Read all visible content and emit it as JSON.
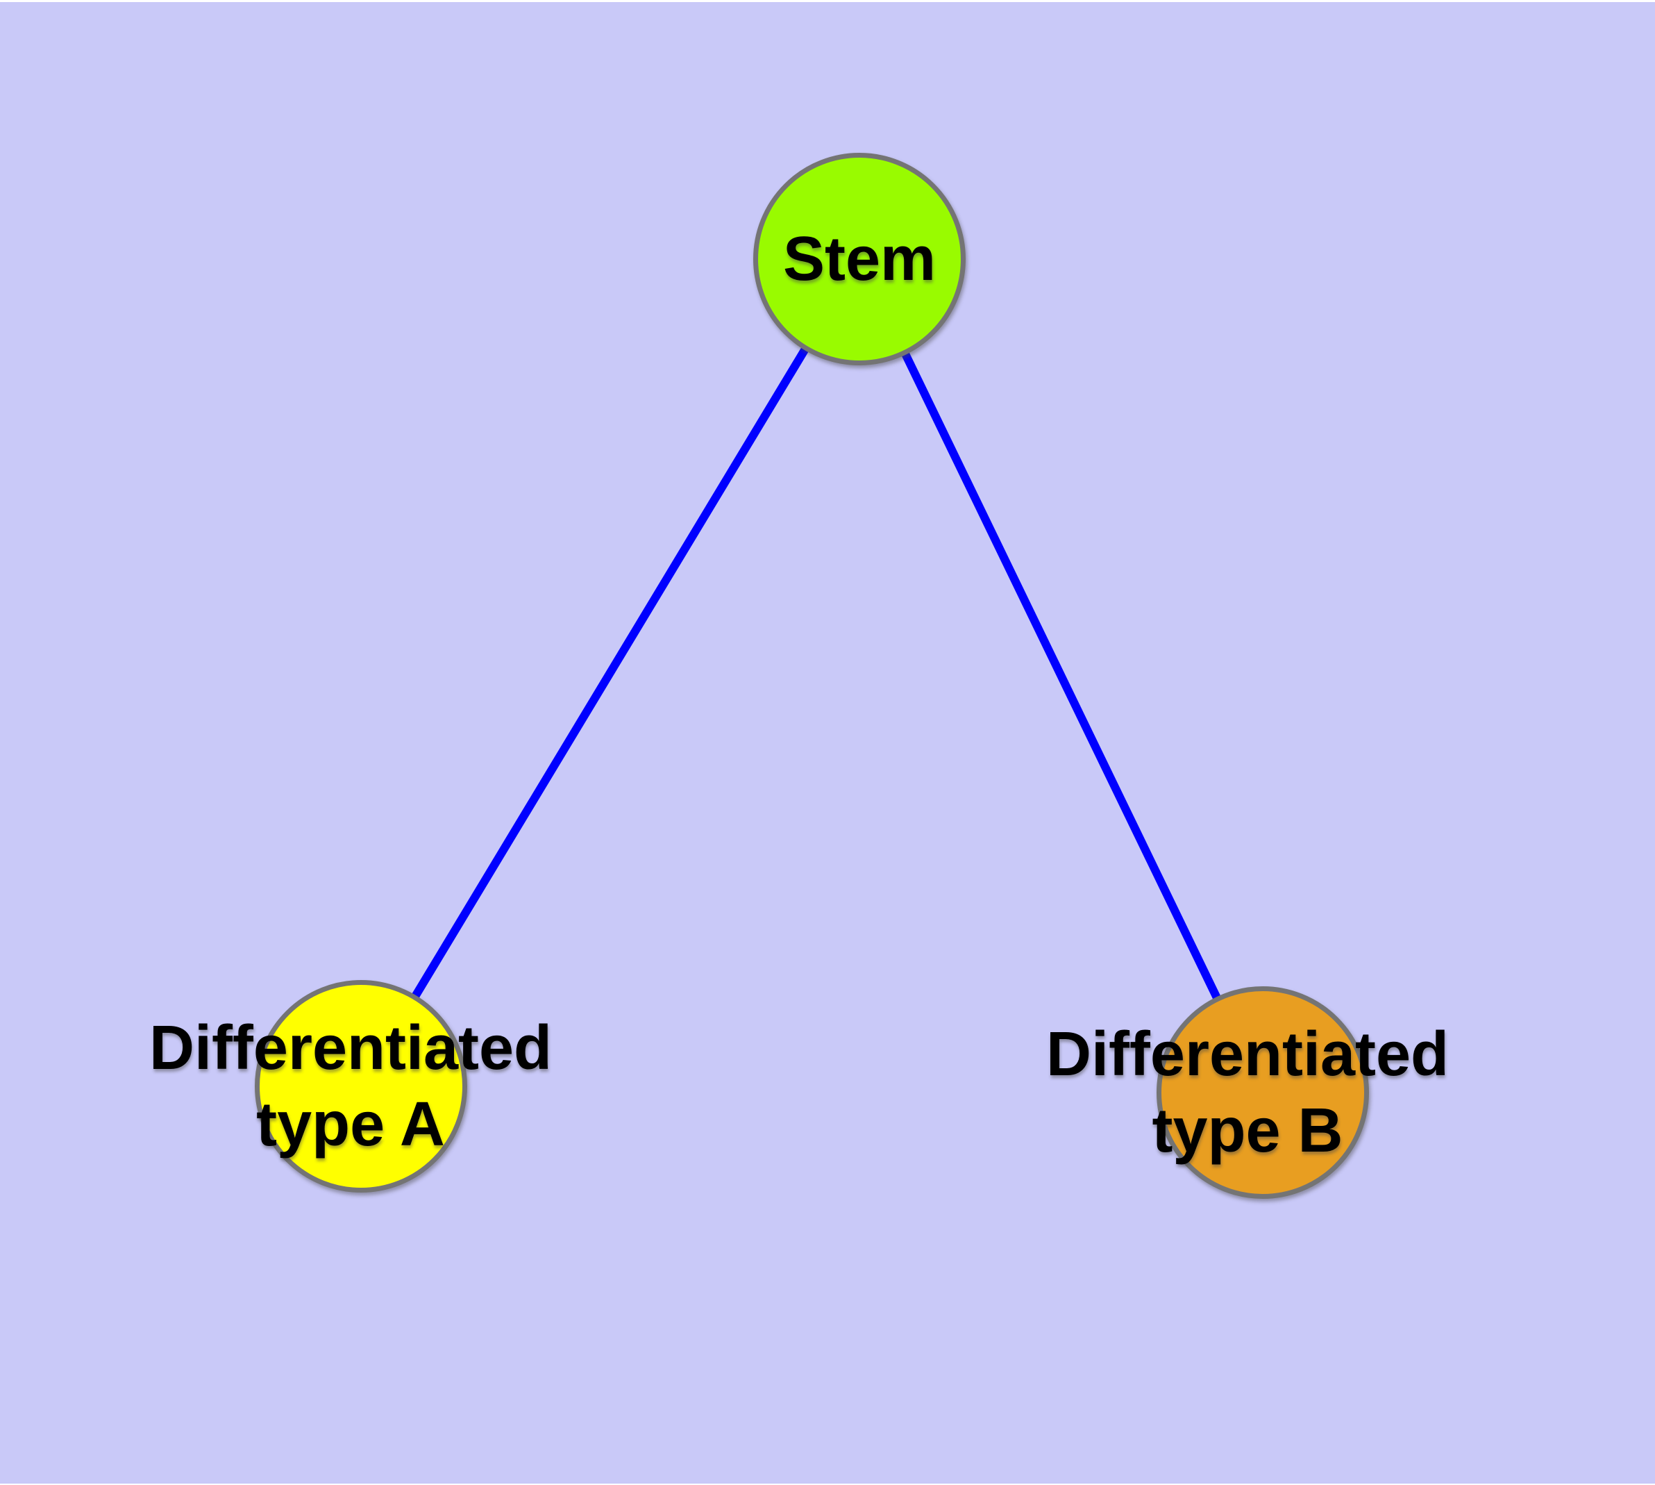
{
  "diagram": {
    "title": "Stem cell differentiation diagram",
    "background_color": "#C9C9F8",
    "edge_color": "#0000FF",
    "node_border_color": "#747474",
    "text_color": "#000000",
    "nodes": {
      "stem": {
        "id": "stem",
        "label": "Stem",
        "line1": "Stem",
        "line2": "",
        "fill": "#99FB00"
      },
      "typeA": {
        "id": "typeA",
        "label": "Differentiated type A",
        "line1": "Differentiated",
        "line2": "type A",
        "fill": "#FFFF00"
      },
      "typeB": {
        "id": "typeB",
        "label": "Differentiated type B",
        "line1": "Differentiated",
        "line2": "type B",
        "fill": "#E89E21"
      }
    },
    "edges": [
      {
        "from": "stem",
        "to": "typeA"
      },
      {
        "from": "stem",
        "to": "typeB"
      }
    ]
  }
}
